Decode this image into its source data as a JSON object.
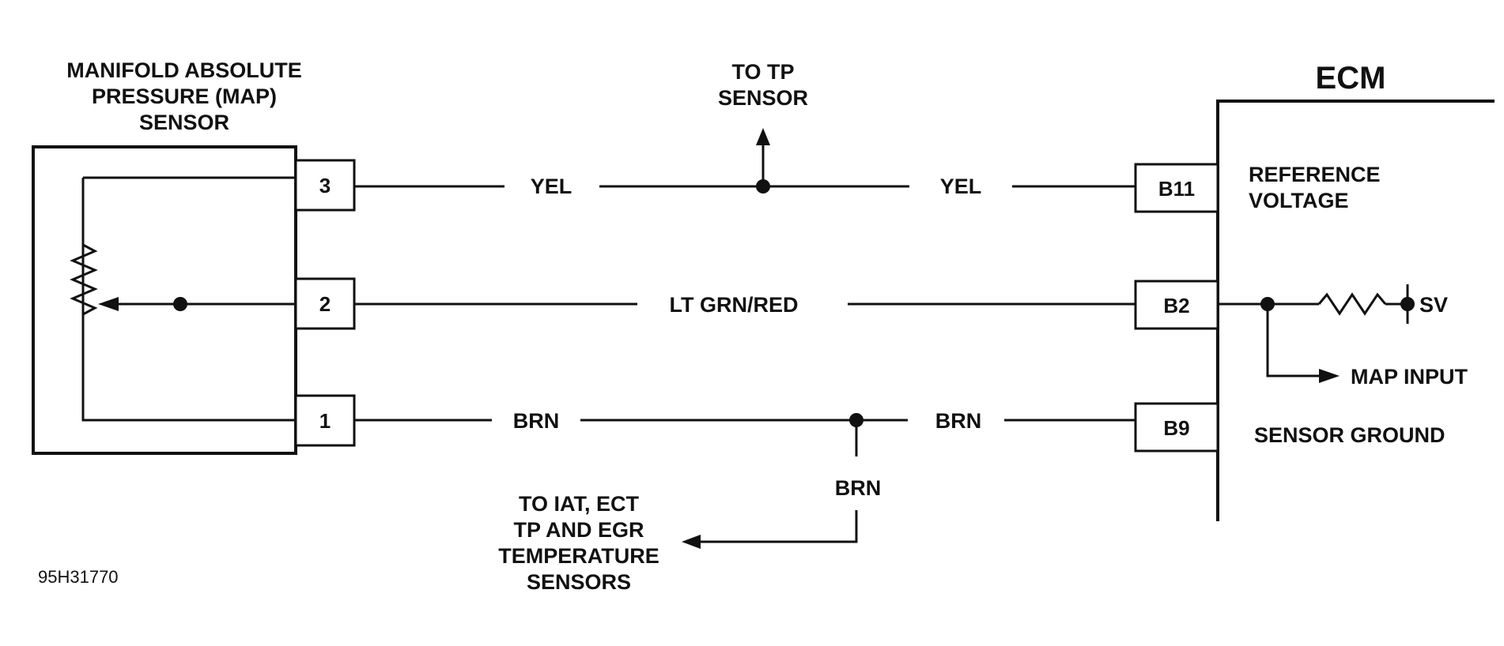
{
  "map_sensor": {
    "title_lines": [
      "MANIFOLD ABSOLUTE",
      "PRESSURE (MAP)",
      "SENSOR"
    ],
    "pins": [
      "3",
      "2",
      "1"
    ]
  },
  "ecm": {
    "title": "ECM",
    "pins": [
      "B11",
      "B2",
      "B9"
    ],
    "reference_voltage_lines": [
      "REFERENCE",
      "VOLTAGE"
    ],
    "sensor_ground": "SENSOR GROUND",
    "map_input": "MAP INPUT",
    "sv": "SV"
  },
  "wires": {
    "top_left": "YEL",
    "top_right": "YEL",
    "middle": "LT GRN/RED",
    "bottom_left": "BRN",
    "bottom_right": "BRN",
    "bottom_branch": "BRN"
  },
  "to_tp_sensor_lines": [
    "TO TP",
    "SENSOR"
  ],
  "to_sensors_lines": [
    "TO IAT, ECT",
    "TP AND EGR",
    "TEMPERATURE",
    "SENSORS"
  ],
  "figure_code": "95H31770"
}
